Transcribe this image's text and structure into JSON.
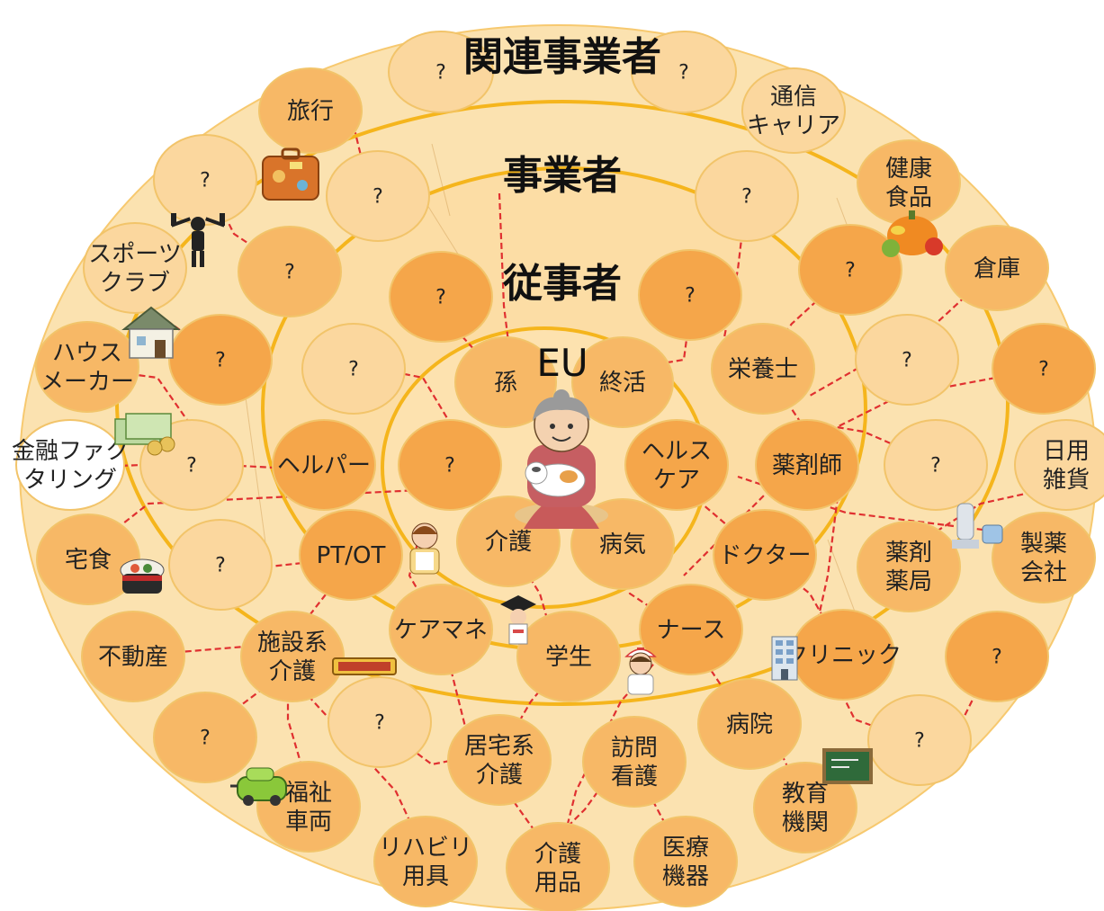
{
  "colors": {
    "outer_fill": "#fbe2b0",
    "ring_stroke": "#f5b51c",
    "node_dark": "#f5a64a",
    "node_mid": "#f7b866",
    "node_light": "#fbd79e",
    "node_stroke": "#f2c46a",
    "link": "#e03030",
    "title": "#111111"
  },
  "rings": {
    "kanren": "関連事業者",
    "jigyousha": "事業者",
    "juujisha": "従事者",
    "eu": "EU"
  },
  "central_figure": "grandmother-with-cat",
  "nodes": {
    "n_q_top1": [
      "?"
    ],
    "n_q_top2": [
      "?"
    ],
    "n_ryokou": [
      "旅行"
    ],
    "n_tsushin": [
      "通信",
      "キャリア"
    ],
    "n_q_luggage": [
      "?"
    ],
    "n_q_a": [
      "?"
    ],
    "n_q_b": [
      "?"
    ],
    "n_kenkou": [
      "健康",
      "食品"
    ],
    "n_sports": [
      "スポーツ",
      "クラブ"
    ],
    "n_q_c": [
      "?"
    ],
    "n_q_d": [
      "?"
    ],
    "n_q_e": [
      "?"
    ],
    "n_q_f": [
      "?"
    ],
    "n_souko": [
      "倉庫"
    ],
    "n_house": [
      "ハウス",
      "メーカー"
    ],
    "n_q_g": [
      "?"
    ],
    "n_q_h": [
      "?"
    ],
    "n_mago": [
      "孫"
    ],
    "n_shukatsu": [
      "終活"
    ],
    "n_eiyoushi": [
      "栄養士"
    ],
    "n_q_i": [
      "?"
    ],
    "n_q_j": [
      "?"
    ],
    "n_kinyu": [
      "金融ファク",
      "タリング"
    ],
    "n_q_k": [
      "?"
    ],
    "n_helper": [
      "ヘルパー"
    ],
    "n_q_l": [
      "?"
    ],
    "n_health": [
      "ヘルス",
      "ケア"
    ],
    "n_yakuzaishi": [
      "薬剤師"
    ],
    "n_q_m": [
      "?"
    ],
    "n_nichiyou": [
      "日用",
      "雑貨"
    ],
    "n_takushoku": [
      "宅食"
    ],
    "n_q_n": [
      "?"
    ],
    "n_ptot": [
      "PT/OT"
    ],
    "n_kaigo": [
      "介護"
    ],
    "n_byouki": [
      "病気"
    ],
    "n_doctor": [
      "ドクター"
    ],
    "n_yakkyoku": [
      "薬剤",
      "薬局"
    ],
    "n_seiyaku": [
      "製薬",
      "会社"
    ],
    "n_fudousan": [
      "不動産"
    ],
    "n_shisetsu": [
      "施設系",
      "介護"
    ],
    "n_caremane": [
      "ケアマネ"
    ],
    "n_gakusei": [
      "学生"
    ],
    "n_nurse": [
      "ナース"
    ],
    "n_clinic": [
      "クリニック"
    ],
    "n_q_o": [
      "?"
    ],
    "n_q_p": [
      "?"
    ],
    "n_q_q": [
      "?"
    ],
    "n_kyotaku": [
      "居宅系",
      "介護"
    ],
    "n_houmon": [
      "訪問",
      "看護"
    ],
    "n_byouin": [
      "病院"
    ],
    "n_q_r": [
      "?"
    ],
    "n_fukushi": [
      "福祉",
      "車両"
    ],
    "n_rihabiri": [
      "リハビリ",
      "用具"
    ],
    "n_kaigoyouhin": [
      "介護",
      "用品"
    ],
    "n_iryou": [
      "医療",
      "機器"
    ],
    "n_kyouiku": [
      "教育",
      "機関"
    ]
  },
  "icons": {
    "luggage": "suitcase-icon",
    "fitness": "fitness-person-icon",
    "house": "house-icon",
    "money": "money-icon",
    "pumpkin": "vegetables-icon",
    "meal": "food-bowl-icon",
    "care_worker": "care-worker-icon",
    "student": "graduate-icon",
    "nurse": "nurse-icon",
    "building": "clinic-building-icon",
    "nursing_home": "nursing-home-sign-icon",
    "chalkboard": "chalkboard-icon",
    "car": "electric-car-icon",
    "pharma": "pharma-equipment-icon"
  }
}
